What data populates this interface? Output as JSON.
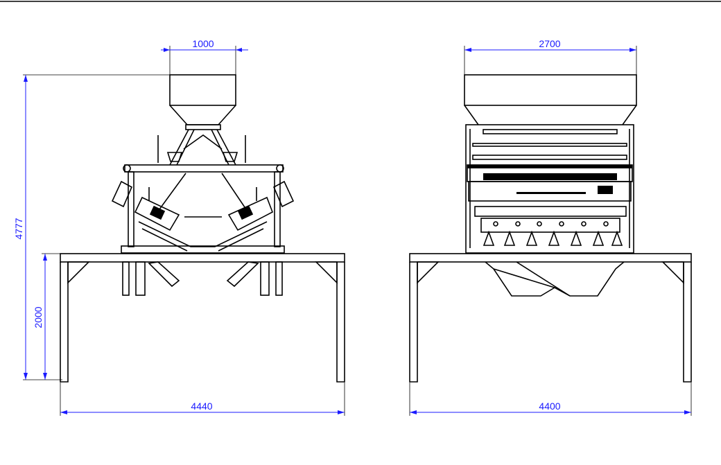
{
  "drawing": {
    "views": [
      "side-view",
      "front-view"
    ],
    "dimensions": {
      "left_hopper_width": "1000",
      "left_base_width": "4440",
      "total_height": "4777",
      "table_height": "2000",
      "right_hopper_width": "2700",
      "right_base_width": "4400"
    },
    "colors": {
      "lines": "#000000",
      "dimensions": "#1a1aff"
    }
  }
}
